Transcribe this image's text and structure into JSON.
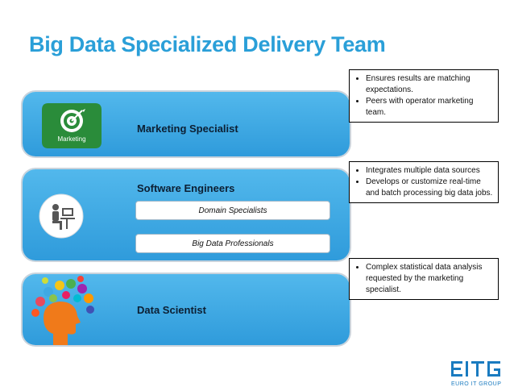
{
  "title": "Big Data Specialized Delivery Team",
  "bands": [
    {
      "label": "Marketing Specialist",
      "icon": "marketing-target-icon",
      "icon_text": "Marketing"
    },
    {
      "label": "Software Engineers",
      "icon": "developer-at-desk-icon",
      "sub_items": [
        "Domain Specialists",
        "Big Data Professionals"
      ]
    },
    {
      "label": "Data Scientist",
      "icon": "data-scientist-head-icon"
    }
  ],
  "notes": [
    [
      "Ensures results are matching expectations.",
      "Peers with operator marketing team."
    ],
    [
      "Integrates multiple data  sources",
      "Develops or customize  real-time and batch processing big data jobs."
    ],
    [
      "Complex statistical data analysis requested by the marketing specialist."
    ]
  ],
  "logo": {
    "mark": "EITG",
    "subtitle": "EURO IT GROUP"
  },
  "colors": {
    "title": "#2a9fd8",
    "band": "#3fa9e3",
    "logo": "#1a7bc0"
  }
}
